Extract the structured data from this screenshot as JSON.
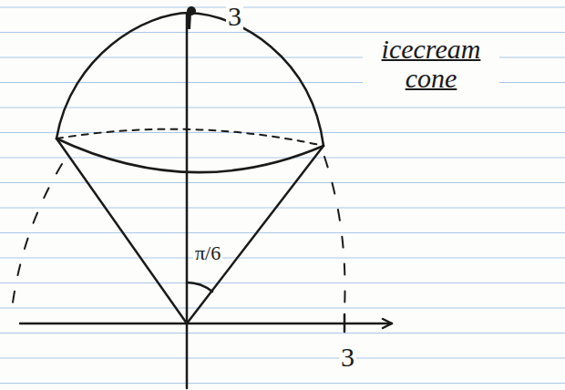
{
  "diagram": {
    "labels": [
      "3",
      "π/6",
      "3",
      "icecream cone"
    ]
  }
}
